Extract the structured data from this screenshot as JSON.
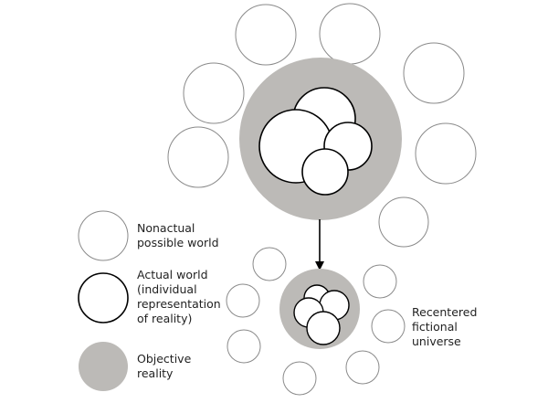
{
  "colors": {
    "objective_reality": "#bcbab7",
    "stroke": "#000000",
    "nonactual_stroke": "#8a8a8a"
  },
  "legend": [
    {
      "type": "nonactual",
      "label_lines": [
        "Nonactual",
        "possible world"
      ]
    },
    {
      "type": "actual",
      "label_lines": [
        "Actual world",
        "(individual",
        "representation",
        "of reality)"
      ]
    },
    {
      "type": "objective",
      "label_lines": [
        "Objective",
        "reality"
      ]
    }
  ],
  "recentered_label_lines": [
    "Recentered",
    "fictional",
    "universe"
  ]
}
